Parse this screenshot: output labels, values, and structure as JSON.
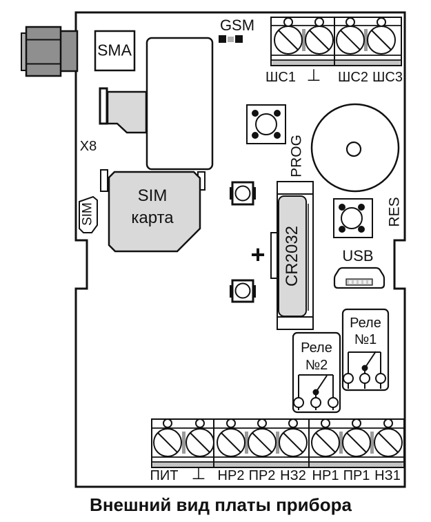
{
  "caption": "Внешний вид платы прибора",
  "labels": {
    "gsm": "GSM",
    "sma": "SMA",
    "x8": "X8",
    "sim_slot": "SIM",
    "sim_card_line1": "SIM",
    "sim_card_line2": "карта",
    "prog": "PROG",
    "res": "RES",
    "battery": "CR2032",
    "battery_polarity": "+",
    "usb": "USB",
    "relay1_line1": "Реле",
    "relay1_line2": "№1",
    "relay2_line1": "Реле",
    "relay2_line2": "№2"
  },
  "terminals": {
    "top": [
      "ШС1",
      "⊥",
      "ШС2",
      "ШС3"
    ],
    "bottom": [
      "ПИТ",
      "⊥",
      "НР2",
      "ПР2",
      "НЗ2",
      "НР1",
      "ПР1",
      "НЗ1"
    ]
  },
  "colors": {
    "outline": "#111111",
    "component_light_gray": "#d9d9d9",
    "antenna_gray": "#8f8f8f",
    "antenna_light_gray": "#b2b2b2",
    "terminal_band_gray": "#c4c4c4",
    "divider_gray": "#9a9a9a",
    "led_pad_black": "#111111"
  }
}
